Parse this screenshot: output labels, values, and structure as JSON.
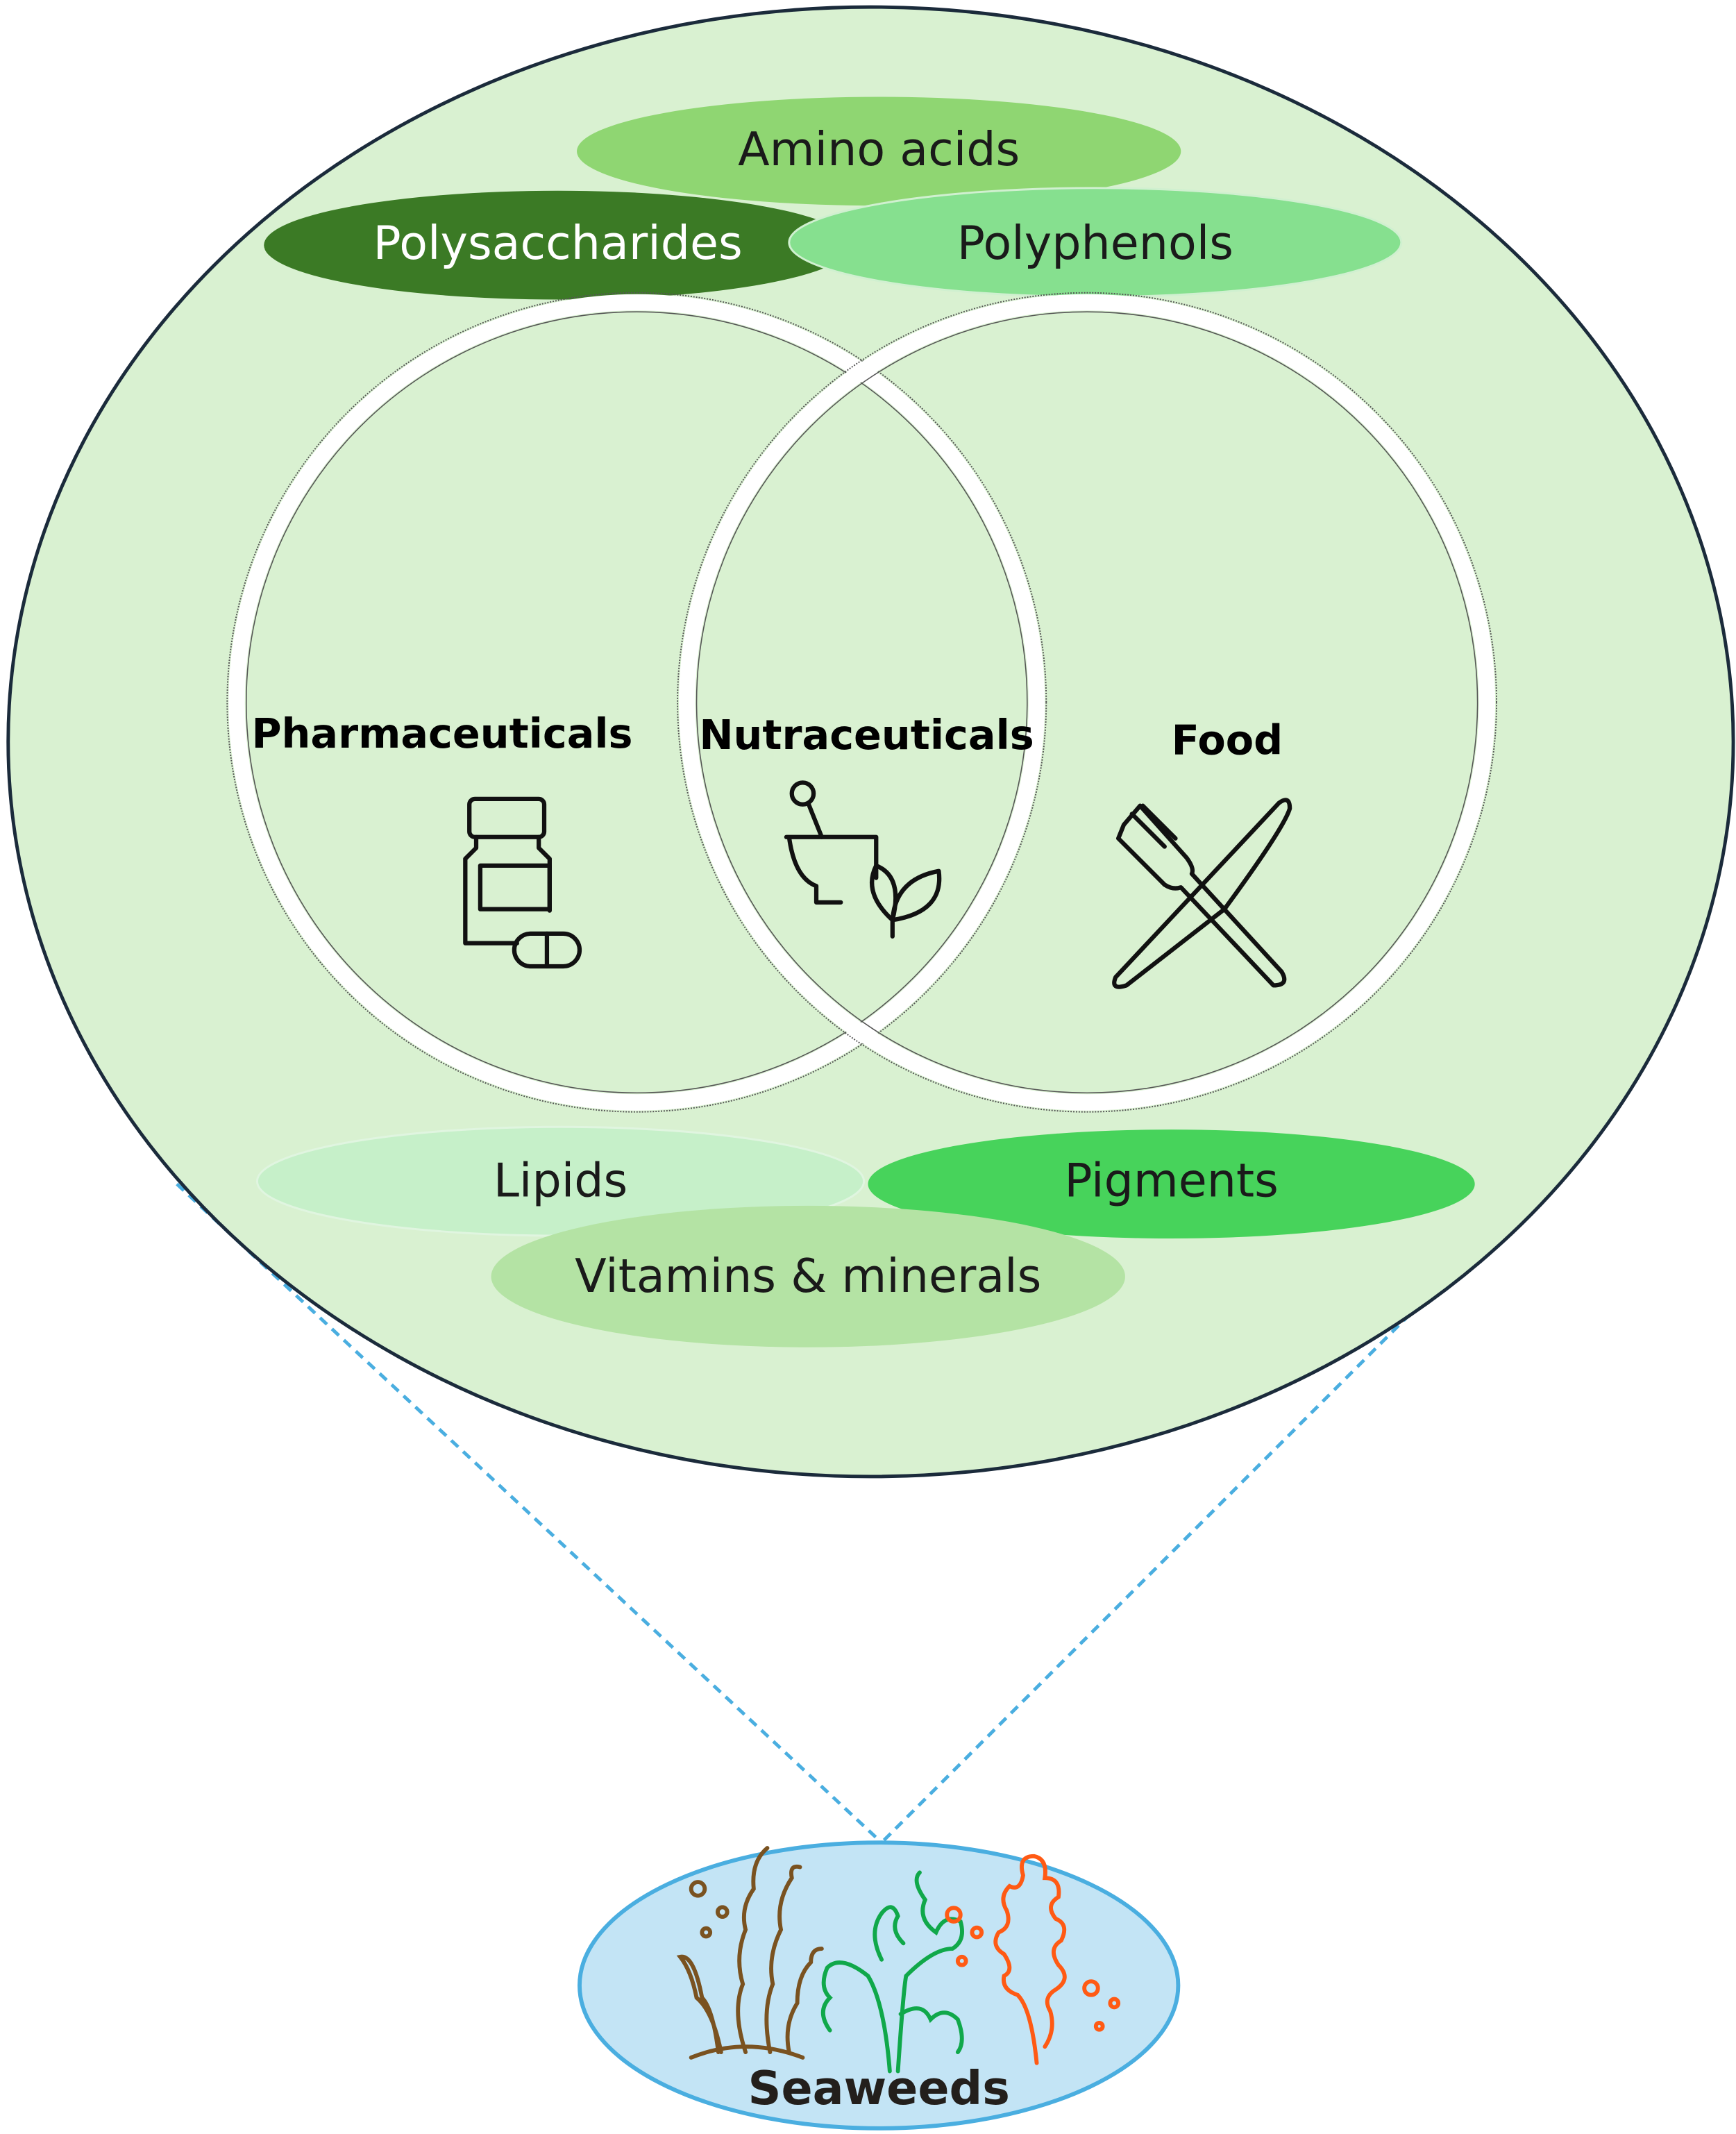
{
  "components": [
    {
      "label": "Amino acids",
      "color": "#8fd672",
      "text_color": "#1a1a1a"
    },
    {
      "label": "Polysaccharides",
      "color": "#3b7a25",
      "text_color": "#ffffff"
    },
    {
      "label": "Polyphenols",
      "color": "#86e08f",
      "text_color": "#1a1a1a"
    },
    {
      "label": "Lipids",
      "color": "#c6f0c9",
      "text_color": "#1a1a1a"
    },
    {
      "label": "Pigments",
      "color": "#47d35b",
      "text_color": "#1a1a1a"
    },
    {
      "label": "Vitamins & minerals",
      "color": "#b4e3a4",
      "text_color": "#1a1a1a"
    }
  ],
  "applications": {
    "pharmaceuticals": {
      "label": "Pharmaceuticals",
      "icon": "medicine-bottle-pill-icon"
    },
    "nutraceuticals": {
      "label": "Nutraceuticals",
      "icon": "mortar-pestle-leaf-icon"
    },
    "food": {
      "label": "Food",
      "icon": "fork-knife-icon"
    }
  },
  "source": {
    "label": "Seaweeds",
    "icon": "seaweed-illustration-icon"
  },
  "colors": {
    "outer_fill": "#d9f1d1",
    "outer_stroke": "#1b2b3b",
    "connector": "#4aaee0",
    "source_fill": "#c3e4f5",
    "brown_algae": "#7a5220",
    "green_algae": "#10a84a",
    "red_algae": "#ff5a14"
  }
}
